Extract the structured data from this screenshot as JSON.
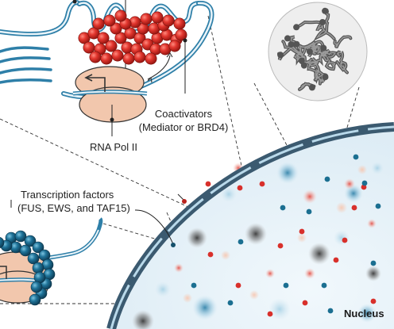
{
  "labels": {
    "rna_pol": "RNA Pol II",
    "coactivators_title": "Coactivators",
    "coactivators_sub": "(Mediator or BRD4)",
    "tf_title": "Transcription factors",
    "tf_sub": "(FUS, EWS, and TAF15)",
    "nucleus": "Nucleus"
  },
  "colors": {
    "coactivator_red": "#d8302b",
    "tf_blue": "#1b6f91",
    "dna_blue": "#2e7fa8",
    "pol_peach": "#f2c7ad",
    "nucleus_fill": "#e7f2f8",
    "envelope": "#3b5a70",
    "condensate_gray": "#6b6b6b"
  },
  "icons": [
    "condensate-network-icon",
    "dna-strand-icon",
    "rna-pol-ii-icon",
    "arrow-icon"
  ]
}
